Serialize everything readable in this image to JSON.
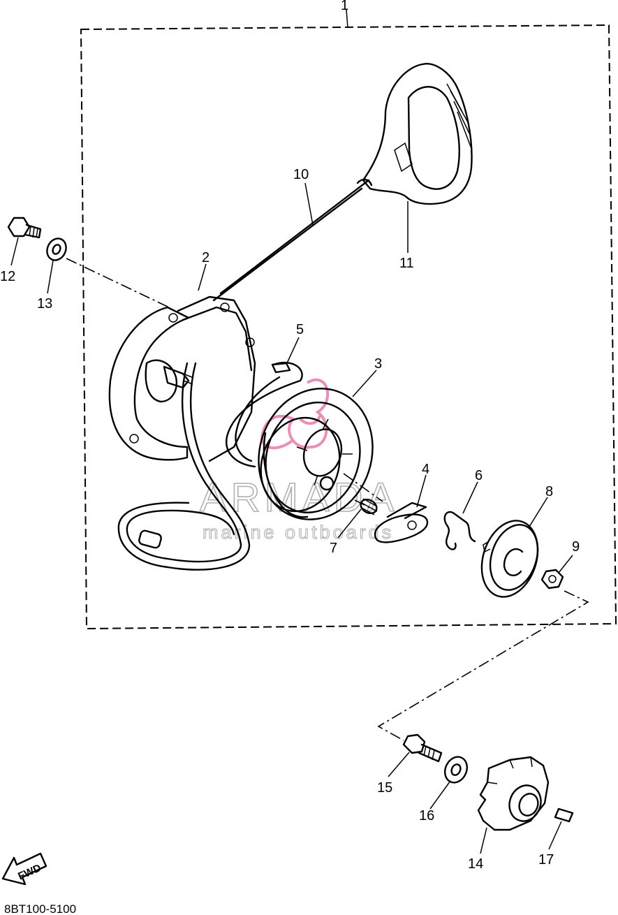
{
  "diagram": {
    "part_code": "8BT100-5100",
    "fwd_label": "FWD",
    "watermark": {
      "title": "ARMADA",
      "subtitle": "marine outboards"
    },
    "callouts": [
      {
        "id": "c1",
        "label": "1"
      },
      {
        "id": "c2",
        "label": "2"
      },
      {
        "id": "c3",
        "label": "3"
      },
      {
        "id": "c4",
        "label": "4"
      },
      {
        "id": "c5",
        "label": "5"
      },
      {
        "id": "c6",
        "label": "6"
      },
      {
        "id": "c7",
        "label": "7"
      },
      {
        "id": "c8",
        "label": "8"
      },
      {
        "id": "c9",
        "label": "9"
      },
      {
        "id": "c10",
        "label": "10"
      },
      {
        "id": "c11",
        "label": "11"
      },
      {
        "id": "c12",
        "label": "12"
      },
      {
        "id": "c13",
        "label": "13"
      },
      {
        "id": "c14",
        "label": "14"
      },
      {
        "id": "c15",
        "label": "15"
      },
      {
        "id": "c16",
        "label": "16"
      },
      {
        "id": "c17",
        "label": "17"
      }
    ]
  }
}
